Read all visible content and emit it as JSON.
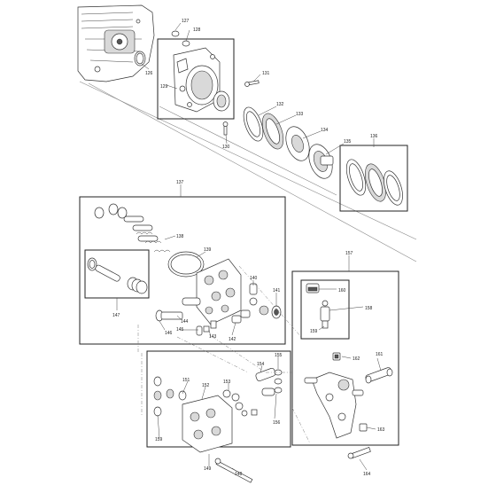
{
  "labels": {
    "l127": "127",
    "l128": "128",
    "l126": "126",
    "l129": "129",
    "l131": "131",
    "l130": "130",
    "l132": "132",
    "l133": "133",
    "l134": "134",
    "l135": "135",
    "l136": "136",
    "l137": "137",
    "l138": "138",
    "l139": "139",
    "l140": "140",
    "l141": "141",
    "l142": "142",
    "l143": "143",
    "l144": "144",
    "l145": "145",
    "l146": "146",
    "l147": "147",
    "l157": "157",
    "l158": "158",
    "l159a": "159",
    "l160": "160",
    "l161": "161",
    "l162": "162",
    "l163": "163",
    "l164": "164",
    "l151": "151",
    "l152": "152",
    "l153": "153",
    "l154": "154",
    "l155": "155",
    "l156": "156",
    "l159b": "159",
    "l149": "149",
    "l148": "148"
  }
}
